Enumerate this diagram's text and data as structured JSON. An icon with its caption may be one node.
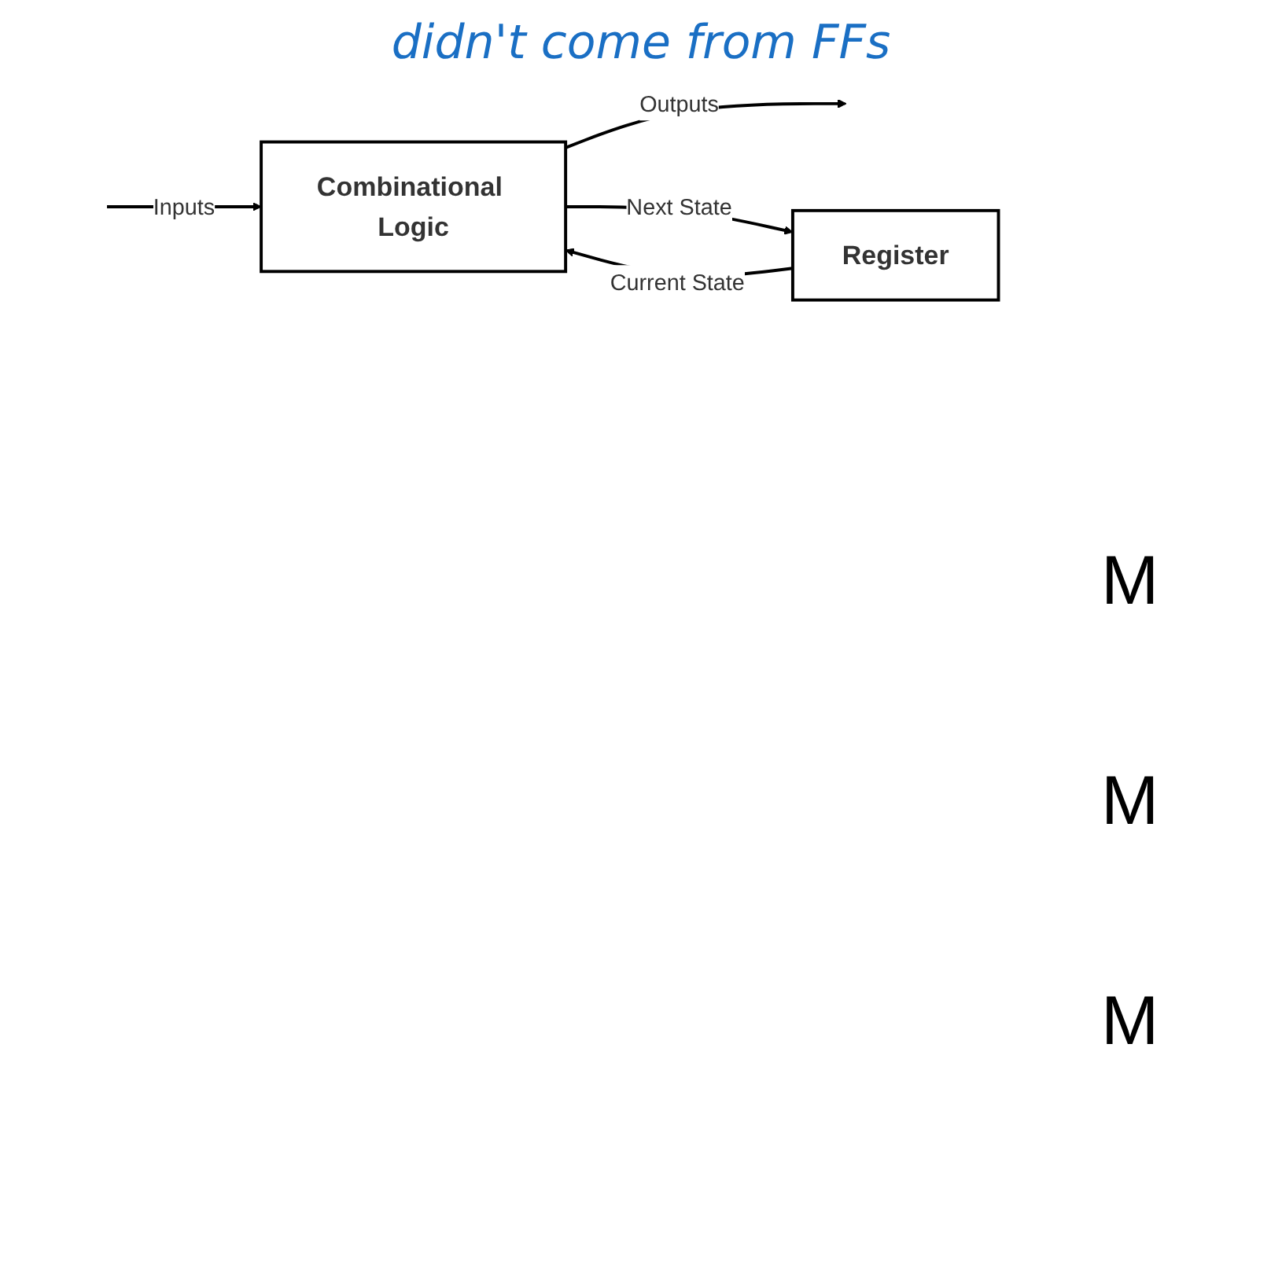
{
  "diagram": {
    "nodes": [
      {
        "text": [
          "Combinational Logic"
        ]
      },
      {
        "text": [
          "Register"
        ]
      }
    ],
    "edges": [
      {
        "from": null,
        "to": 0,
        "arrow": "to",
        "label": "Inputs"
      },
      {
        "from": 0,
        "to": null,
        "arrow": "to",
        "label": "Outputs"
      },
      {
        "from": 0,
        "to": 1,
        "arrow": "to",
        "label": "Next State"
      },
      {
        "from": 1,
        "to": 0,
        "arrow": "to",
        "label": "Current State"
      }
    ],
    "labels": [
      "didn't come from FFs",
      "M",
      "M",
      "M"
    ]
  }
}
